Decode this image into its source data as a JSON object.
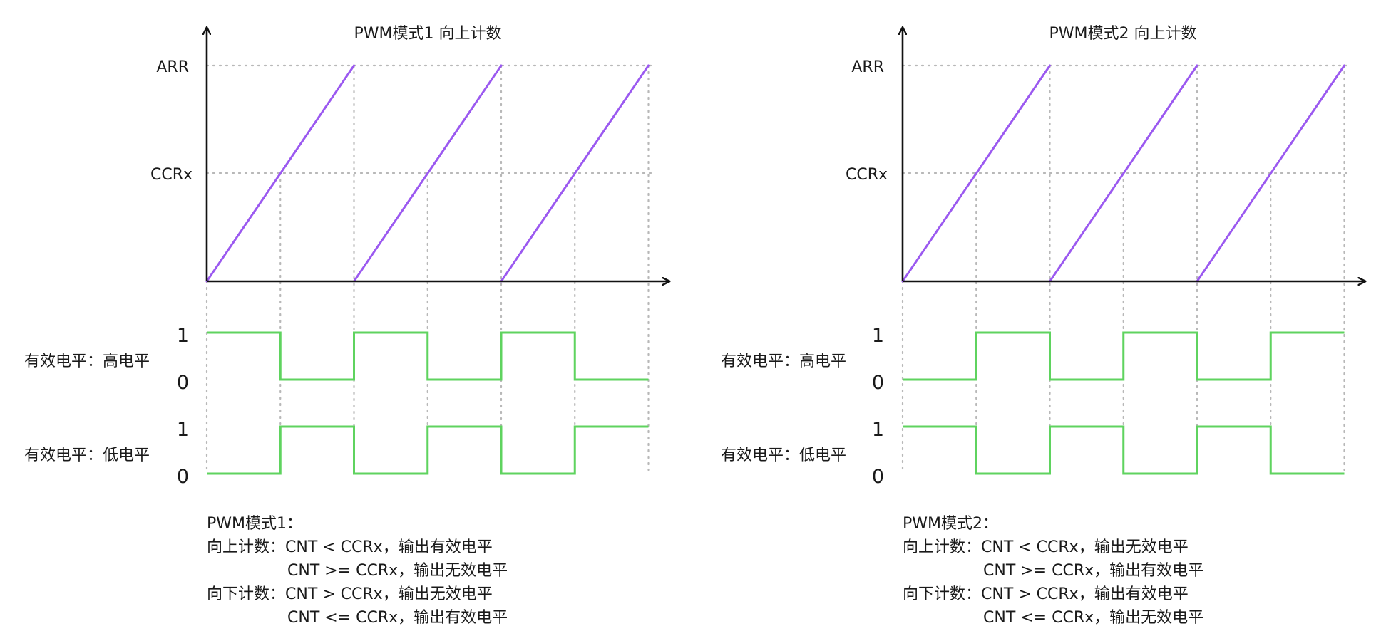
{
  "colors": {
    "ramp": "#9b59f0",
    "signal": "#5fd35f",
    "axis": "#111111",
    "grid": "#b8b8b8"
  },
  "panels": [
    {
      "id": "mode1",
      "title": "PWM模式1  向上计数",
      "y_labels": [
        "ARR",
        "CCRx"
      ],
      "rows": [
        {
          "label": "有效电平：高电平",
          "one": "1",
          "zero": "0",
          "levels": [
            1,
            0,
            1,
            0,
            1,
            0
          ]
        },
        {
          "label": "有效电平：低电平",
          "one": "1",
          "zero": "0",
          "levels": [
            0,
            1,
            0,
            1,
            0,
            1
          ]
        }
      ],
      "description": [
        "PWM模式1：",
        "向上计数：CNT < CCRx，输出有效电平",
        "CNT >= CCRx，输出无效电平",
        "向下计数：CNT > CCRx，输出无效电平",
        "CNT <= CCRx，输出有效电平"
      ]
    },
    {
      "id": "mode2",
      "title": "PWM模式2  向上计数",
      "y_labels": [
        "ARR",
        "CCRx"
      ],
      "rows": [
        {
          "label": "有效电平：高电平",
          "one": "1",
          "zero": "0",
          "levels": [
            0,
            1,
            0,
            1,
            0,
            1
          ]
        },
        {
          "label": "有效电平：低电平",
          "one": "1",
          "zero": "0",
          "levels": [
            1,
            0,
            1,
            0,
            1,
            0
          ]
        }
      ],
      "description": [
        "PWM模式2：",
        "向上计数：CNT < CCRx，输出无效电平",
        "CNT >= CCRx，输出有效电平",
        "向下计数：CNT > CCRx，输出有效电平",
        "CNT <= CCRx，输出无效电平"
      ]
    }
  ]
}
